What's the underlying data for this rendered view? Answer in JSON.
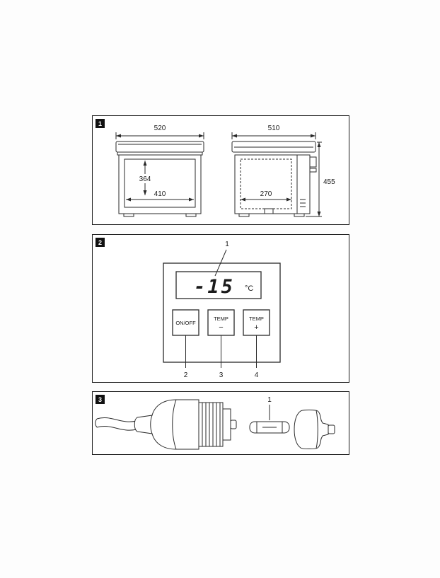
{
  "fig1": {
    "badge": "1",
    "dims": {
      "front_overall_width": "520",
      "front_inner_height": "364",
      "front_inner_width": "410",
      "side_overall_depth": "510",
      "side_overall_height": "455",
      "side_inner_depth": "270"
    }
  },
  "fig2": {
    "badge": "2",
    "display": {
      "value": "-15",
      "unit": "°C",
      "callout": "1"
    },
    "buttons": {
      "onoff": {
        "label": "ON/OFF",
        "callout": "2"
      },
      "temp_down": {
        "label": "TEMP",
        "sign": "−",
        "callout": "3"
      },
      "temp_up": {
        "label": "TEMP",
        "sign": "+",
        "callout": "4"
      }
    }
  },
  "fig3": {
    "badge": "3",
    "fuse_callout": "1"
  }
}
